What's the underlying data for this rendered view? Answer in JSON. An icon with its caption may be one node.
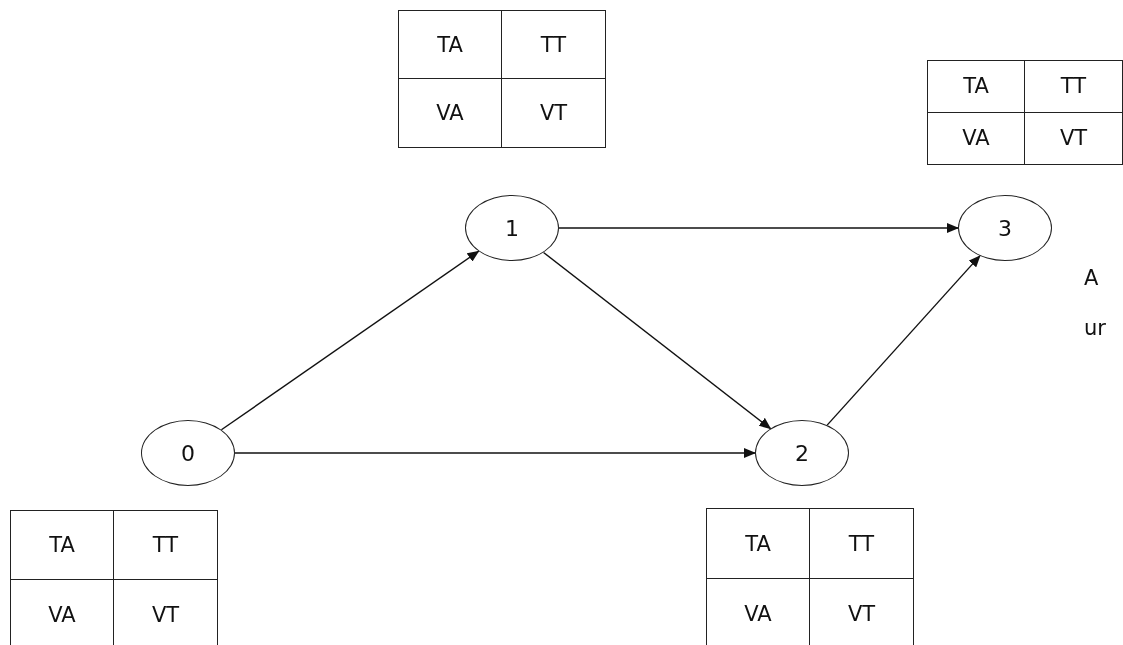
{
  "diagram": {
    "nodes": [
      {
        "text": [
          "0"
        ]
      },
      {
        "text": [
          "1"
        ]
      },
      {
        "text": [
          "2"
        ]
      },
      {
        "text": [
          "3"
        ]
      }
    ],
    "edges": [
      {
        "from": 0,
        "to": 1,
        "arrow": "to"
      },
      {
        "from": 0,
        "to": 2,
        "arrow": "to"
      },
      {
        "from": 1,
        "to": 3,
        "arrow": "to"
      },
      {
        "from": 1,
        "to": 2,
        "arrow": "to"
      },
      {
        "from": 2,
        "to": 3,
        "arrow": "to"
      }
    ],
    "labels": [
      "TA",
      "TT",
      "VA",
      "VT",
      "TA",
      "TT",
      "VA",
      "VT",
      "TA",
      "TT",
      "VA",
      "VT",
      "TA",
      "TT",
      "VA",
      "VT",
      "A",
      "ur"
    ]
  }
}
